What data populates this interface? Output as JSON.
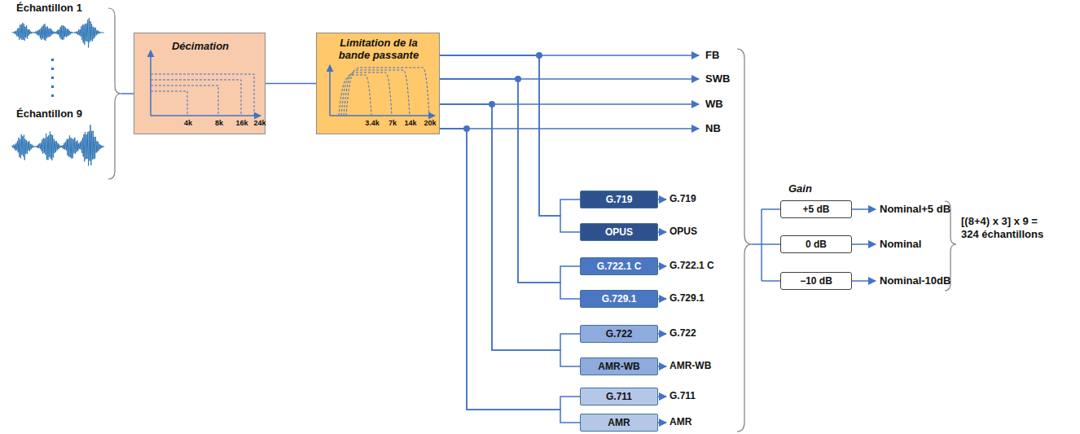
{
  "diagram": {
    "nodes": [
      {
        "text": [
          "Décimation",
          "4k",
          "8k",
          "16k",
          "24k"
        ]
      },
      {
        "text": [
          "Limitation de la bande passante",
          "3.4k",
          "7k",
          "14k",
          "20k"
        ]
      },
      {
        "text": [
          "G.719"
        ]
      },
      {
        "text": [
          "OPUS"
        ]
      },
      {
        "text": [
          "G.722.1 C"
        ]
      },
      {
        "text": [
          "G.729.1"
        ]
      },
      {
        "text": [
          "G.722"
        ]
      },
      {
        "text": [
          "AMR-WB"
        ]
      },
      {
        "text": [
          "G.711"
        ]
      },
      {
        "text": [
          "AMR"
        ]
      },
      {
        "text": [
          "+5 dB"
        ]
      },
      {
        "text": [
          "0 dB"
        ]
      },
      {
        "text": [
          "−10 dB"
        ]
      }
    ],
    "edges": [
      {
        "from": 0,
        "to": 1,
        "arrow": "none"
      },
      {
        "from": 1,
        "to": 2,
        "arrow": "none"
      },
      {
        "from": 1,
        "to": 3,
        "arrow": "none"
      },
      {
        "from": 1,
        "to": 4,
        "arrow": "none"
      },
      {
        "from": 1,
        "to": 5,
        "arrow": "none"
      },
      {
        "from": 1,
        "to": 6,
        "arrow": "none"
      },
      {
        "from": 1,
        "to": 7,
        "arrow": "none"
      },
      {
        "from": 1,
        "to": 8,
        "arrow": "none"
      },
      {
        "from": 1,
        "to": 9,
        "arrow": "none"
      }
    ],
    "labels": [
      "Échantillon 1",
      "Échantillon 9",
      "FB",
      "SWB",
      "WB",
      "NB",
      "G.719",
      "OPUS",
      "G.722.1 C",
      "G.729.1",
      "G.722",
      "AMR-WB",
      "G.711",
      "AMR",
      "Gain",
      "Nominal+5 dB",
      "Nominal",
      "Nominal-10dB",
      "[(8+4) x 3] x 9 = 324 échantillons"
    ]
  }
}
